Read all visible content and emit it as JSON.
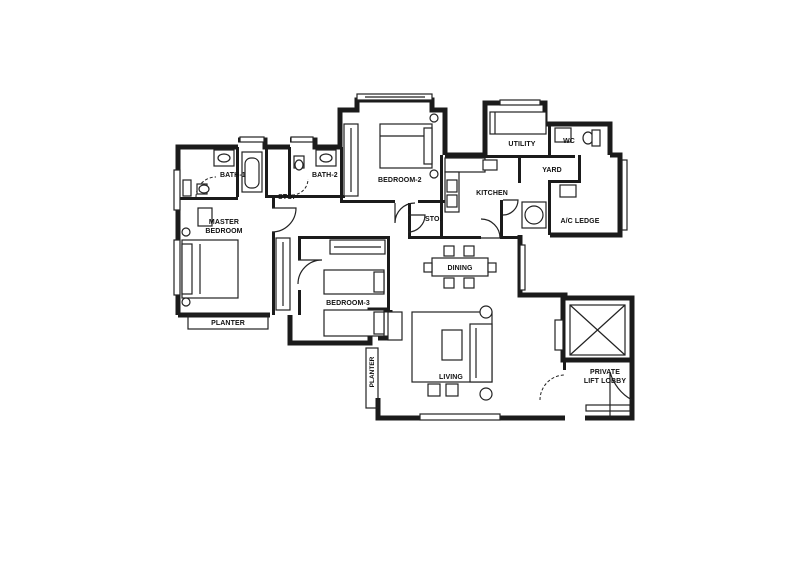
{
  "rooms": {
    "master_bedroom_l1": "MASTER",
    "master_bedroom_l2": "BEDROOM",
    "bath1": "BATH-1",
    "bath2": "BATH-2",
    "bedroom2": "BEDROOM-2",
    "bedroom3": "BEDROOM-3",
    "store1": "STO.",
    "store2": "STO.",
    "utility": "UTILITY",
    "wc": "WC",
    "yard": "YARD",
    "kitchen": "KITCHEN",
    "ac_ledge": "A/C LEDGE",
    "dining": "DINING",
    "living": "LIVING",
    "lift_lobby_l1": "PRIVATE",
    "lift_lobby_l2": "LIFT LOBBY",
    "planter_bottom": "PLANTER",
    "planter_side": "PLANTER"
  }
}
